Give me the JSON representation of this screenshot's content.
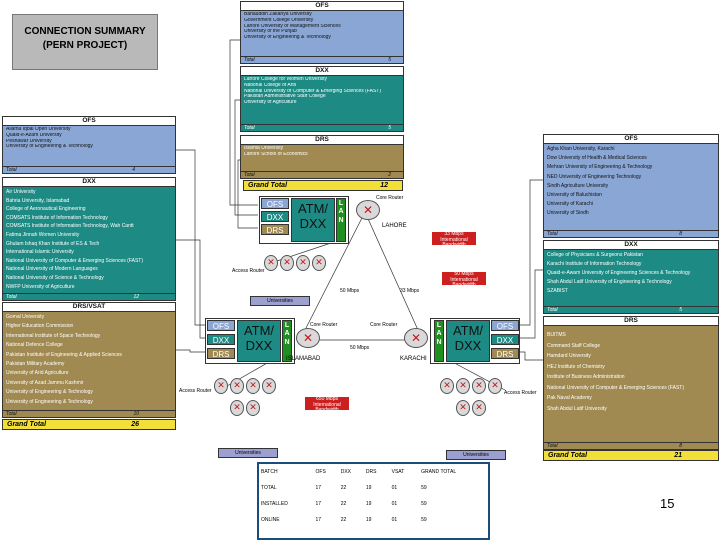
{
  "title": {
    "line1": "CONNECTION SUMMARY",
    "line2": "(PERN PROJECT)"
  },
  "top_ofs": {
    "header": "OFS",
    "items": [
      "Bahauddin Zakariya University",
      "Government College University",
      "Lahore University of Management Sciences",
      "University of the Punjab",
      "University of Engineering & Technology"
    ],
    "total_label": "Total",
    "total_value": "5"
  },
  "top_dxx": {
    "header": "DXX",
    "items": [
      "Lahore College for Women University",
      "National College of Arts",
      "National University of Computer & Emerging Sciences (FAST)",
      "Pakistan Administrative Staff College",
      "University of Agriculture"
    ],
    "total_label": "Total",
    "total_value": "5"
  },
  "top_drs": {
    "header": "DRS",
    "items": [
      "Islamia University",
      "Lahore School of Economics"
    ],
    "total_label": "Total",
    "total_value": "2"
  },
  "top_grand": {
    "label": "Grand Total",
    "value": "12"
  },
  "left_ofs": {
    "header": "OFS",
    "items": [
      "Allama Iqbal Open University",
      "Quaid-e-Azam University",
      "Peshawar University",
      "University of Engineering & Technology"
    ],
    "total_label": "Total",
    "total_value": "4"
  },
  "left_dxx": {
    "header": "DXX",
    "items": [
      "Air University",
      "Bahria University, Islamabad",
      "College of Aeronautical Engineering",
      "COMSATS Institute of Information Technology",
      "COMSATS Institute of Information Technology, Wah Cantt",
      "Fatima Jinnah Women University",
      "Ghulam Ishaq Khan Institute of ES & Tech",
      "International Islamic University",
      "National University of Computer & Emerging Sciences (FAST)",
      "National University of Modern Languages",
      "National University of Science & Technology",
      "NWFP University of Agriculture"
    ],
    "total_label": "Total",
    "total_value": "12"
  },
  "left_drs": {
    "header": "DRS/VSAT",
    "items": [
      "Gomal University",
      "Higher Education Commission",
      "International Institute of Space Technology",
      "National Defence College",
      "Pakistan Institute of Engineering & Applied Sciences",
      "Pakistan Military Academy",
      "University of Arid Agriculture",
      "University of Azad Jammu Kashmir",
      "University of Engineering & Technology",
      "University of Engineering & Technology"
    ],
    "total_label": "Total",
    "total_value": "10"
  },
  "left_grand": {
    "label": "Grand Total",
    "value": "26"
  },
  "right_ofs": {
    "header": "OFS",
    "items": [
      "Agha Khan University, Karachi",
      "Dow University of Health & Medical Sciences",
      "Mehran University of Engineering & Technology",
      "NED University of Engineering Technology",
      "Sindh Agriculture University",
      "University of Baluchistan",
      "University of Karachi",
      "University of Sindh"
    ],
    "total_label": "Total",
    "total_value": "8"
  },
  "right_dxx": {
    "header": "DXX",
    "items": [
      "College of Physicians & Surgeons Pakistan",
      "Karachi Institute of Information Technology",
      "Quaid-e-Awam University of Engineering Sciences & Technology",
      "Shah Abdul Latif University of Engineering & Technology",
      "SZABIST"
    ],
    "total_label": "Total",
    "total_value": "5"
  },
  "right_drs": {
    "header": "DRS",
    "items": [
      "BUITMS",
      "Command Staff College",
      "Hamdard University",
      "HEJ Institute of Chemistry",
      "Institute of Business Administration",
      "National University of Computer & Emerging Sciences (FAST)",
      "Pak Naval Academy",
      "Shah Abdul Latif University"
    ],
    "total_label": "Total",
    "total_value": "8"
  },
  "right_grand": {
    "label": "Grand Total",
    "value": "21"
  },
  "nodes": {
    "lahore": {
      "ofs": "OFS",
      "dxx": "DXX",
      "drs": "DRS",
      "atm1": "ATM/",
      "atm2": "DXX",
      "lan": [
        "L",
        "A",
        "N"
      ],
      "city": "LAHORE",
      "core": "Core Router"
    },
    "islamabad": {
      "ofs": "OFS",
      "dxx": "DXX",
      "drs": "DRS",
      "atm1": "ATM/",
      "atm2": "DXX",
      "lan": [
        "L",
        "A",
        "N"
      ],
      "city": "ISLAMABAD",
      "core": "Core Router"
    },
    "karachi": {
      "ofs": "OFS",
      "dxx": "DXX",
      "drs": "DRS",
      "atm1": "ATM/",
      "atm2": "DXX",
      "lan": [
        "L",
        "A",
        "N"
      ],
      "city": "KARACHI",
      "core": "Core Router"
    }
  },
  "links": {
    "left": "50 Mbps",
    "right": "33 Mbps",
    "bottom": "50 Mbps"
  },
  "bandwidth": {
    "lahore": [
      "33 Mbps",
      "International Bandwidth"
    ],
    "karachi": [
      "50 Mbps",
      "International Bandwidth"
    ],
    "islamabad": [
      "650 Mbps",
      "International Bandwidth"
    ]
  },
  "access_router": "Access Router",
  "universities": "Universities",
  "batch_table": {
    "headers": [
      "BATCH",
      "OFS",
      "DXX",
      "DRS",
      "VSAT",
      "GRAND TOTAL"
    ],
    "rows": [
      [
        "TOTAL",
        "17",
        "22",
        "19",
        "01",
        "59"
      ],
      [
        "INSTALLED",
        "17",
        "22",
        "19",
        "01",
        "59"
      ],
      [
        "ONLINE",
        "17",
        "22",
        "19",
        "01",
        "59"
      ]
    ]
  },
  "page_number": "15",
  "colors": {
    "ofs": "#8aa6d4",
    "dxx": "#1e8a84",
    "drs": "#a08a52",
    "grand": "#f2df3a",
    "lan": "#1f8f1f",
    "bandwidth": "#cc1f1f",
    "universities": "#9ba0d0"
  }
}
